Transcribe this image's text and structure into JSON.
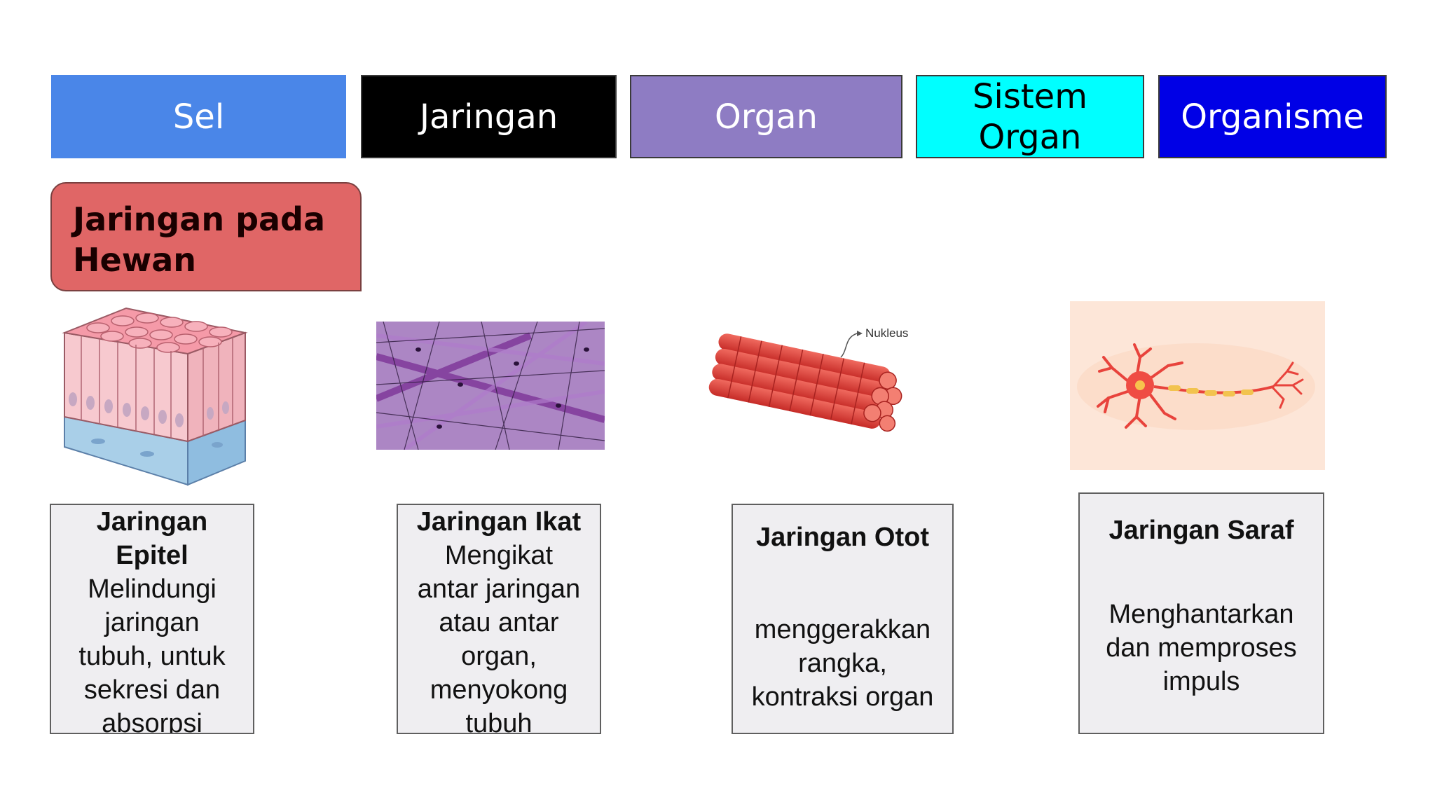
{
  "levels": [
    {
      "lines": [
        "Sel"
      ],
      "color": "#4a86e8"
    },
    {
      "lines": [
        "Jaringan"
      ],
      "color": "#000000"
    },
    {
      "lines": [
        "Organ"
      ],
      "color": "#8e7cc3"
    },
    {
      "lines": [
        "Sistem",
        "Organ"
      ],
      "color": "#00ffff"
    },
    {
      "lines": [
        "Organisme"
      ],
      "color": "#0000e6"
    }
  ],
  "heading": {
    "lines": [
      "Jaringan pada",
      "Hewan"
    ],
    "color": "#e06666"
  },
  "diagram_labels": {
    "nucleus": "Nukleus"
  },
  "tissues": [
    {
      "title": "Jaringan",
      "title2": "Epitel",
      "desc": [
        "Melindungi",
        "jaringan",
        "tubuh, untuk",
        "sekresi dan",
        "absorpsi"
      ]
    },
    {
      "title": "Jaringan Ikat",
      "desc": [
        "Mengikat",
        "antar jaringan",
        "atau antar",
        "organ,",
        "menyokong",
        "tubuh"
      ]
    },
    {
      "title": "Jaringan Otot",
      "desc": [
        "menggerakkan",
        "rangka,",
        "kontraksi organ"
      ]
    },
    {
      "title": "Jaringan Saraf",
      "desc": [
        "Menghantarkan",
        "dan memproses",
        "impuls"
      ]
    }
  ]
}
